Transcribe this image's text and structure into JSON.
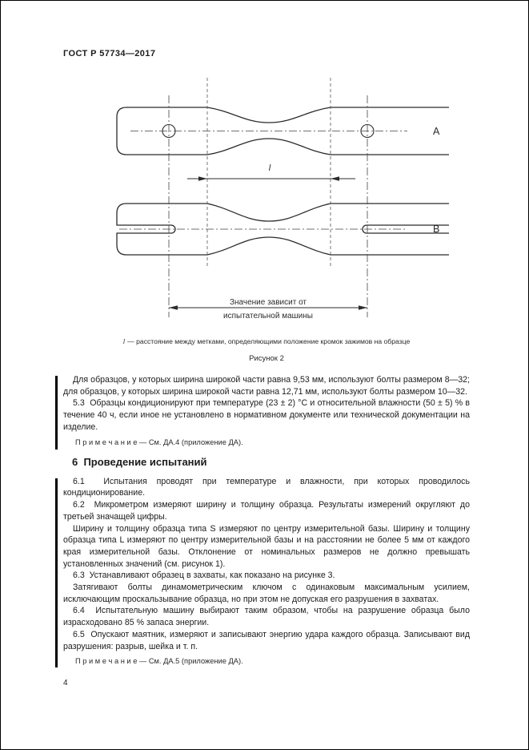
{
  "page": {
    "header": "ГОСТ Р 57734—2017",
    "page_number": "4"
  },
  "figure": {
    "label_a": "A",
    "label_b": "B",
    "dim_length_label": "l",
    "dim_machine_line1": "Значение зависит от",
    "dim_machine_line2": "испытательной машины",
    "caption_symbol": "l",
    "caption_text": "— расстояние между метками, определяющими положение кромок зажимов на образце",
    "figure_title": "Рисунок 2"
  },
  "content": {
    "para_bolts": "Для образцов, у которых ширина широкой части равна 9,53 мм, используют болты размером 8—32; для образцов, у которых ширина широкой части равна 12,71 мм, используют болты размером 10—32.",
    "para_53": "5.3  Образцы кондиционируют при температуре (23 ± 2) °С и относительной влажности (50 ± 5) % в течение 40 ч, если иное не установлено в нормативном документе или технической документации на изделие.",
    "note_1": "П р и м е ч а н и е — См. ДА.4 (приложение ДА).",
    "heading_6": "6  Проведение испытаний",
    "para_61": "6.1  Испытания проводят при температуре и влажности, при которых проводилось кондиционирование.",
    "para_62": "6.2  Микрометром измеряют ширину и толщину образца. Результаты измерений округляют до третьей значащей цифры.",
    "para_width": "Ширину и толщину образца типа S измеряют по центру измерительной базы. Ширину и толщину образца типа L измеряют по центру измерительной базы и на расстоянии не более 5 мм от каждого края измерительной базы. Отклонение от номинальных размеров не должно превышать установленных значений (см. рисунок 1).",
    "para_63": "6.3  Устанавливают образец в захваты, как показано на рисунке 3.",
    "para_tighten": "Затягивают болты динамометрическим ключом с одинаковым максимальным усилием, исключающим проскальзывание образца, но при этом не допуская его разрушения в захватах.",
    "para_64": "6.4  Испытательную машину выбирают таким образом, чтобы на разрушение образца было израсходовано 85 % запаса энергии.",
    "para_65": "6.5  Опускают маятник, измеряют и записывают энергию удара каждого образца. Записывают вид разрушения: разрыв, шейка и т. п.",
    "note_2": "П р и м е ч а н и е — См. ДА.5 (приложение ДА)."
  }
}
